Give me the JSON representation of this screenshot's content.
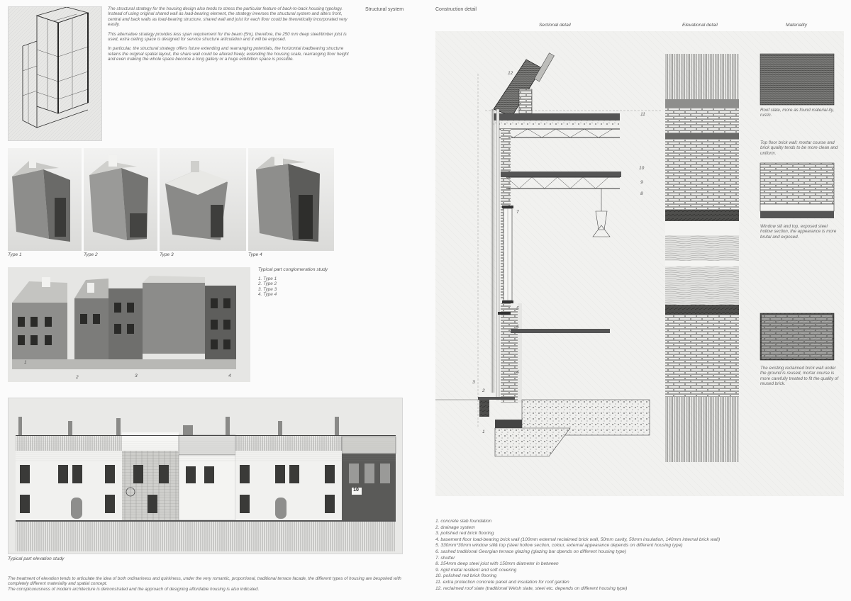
{
  "structural": {
    "heading": "Structural system",
    "paragraphs": [
      "The structural strategy for the housing design also tends to stress the particular feature of back-to-back housing typology. Instead of using original shared wall as load-bearing element, the strategy inverses the structural system and alters front, central and back walls as load-bearing structure, shared wall and joist for each floor could be theoretically incorporated very easily.",
      "This alternative strategy provides less span requirement for the beam (5m), therefore, the 250 mm deep steel/timber joist is used, extra ceiling space is designed for service structure articulation and it will be exposed.",
      "In particular, the structural strategy offers future extending and rearranging potentials, the horizontal loadbearing structure retains the original spatial layout, the share wall could be altered freely, extending the housing scale, rearranging floor height and even making the whole space become a long gallery or a huge exhibition space is possible."
    ]
  },
  "types": {
    "labels": [
      "Type 1",
      "Type 2",
      "Type 3",
      "Type 4"
    ]
  },
  "conglomeration": {
    "title": "Typical part conglomeration study",
    "items": [
      "1. Type 1",
      "2. Type 2",
      "3. Type 3",
      "4. Type 4"
    ],
    "photo_marks": [
      "1",
      "2",
      "3",
      "4"
    ]
  },
  "elevation": {
    "caption": "Typical part elevation study",
    "door_number": "10",
    "description": [
      "The treatment of elevation tends to articulate the idea of both ordinariness and quirkiness, under the very romantic, proportional, traditional terrace facade, the different types of housing are bespoked with completely different materiality and spatial concept.",
      "The conspicuousness of modern architecture is demonstrated and the approach of designing affordable housing is also indicated."
    ]
  },
  "construction": {
    "heading": "Construction detail",
    "col_sectional": "Sectional detail",
    "col_elevational": "Elevational detail",
    "col_materiality": "Materiality",
    "section_marks": [
      "12",
      "11",
      "10",
      "9",
      "8",
      "7",
      "5",
      "6",
      "4",
      "3",
      "2",
      "1"
    ],
    "materiality_notes": [
      "Roof slate, more as found material-ity, rustic.",
      "Top floor brick wall: mortar course and brick quality tends to be more clean and uniform.",
      "Window sill and top, exposed steel hollow section, the appearance is more brutal and exposed.",
      "The existing reclaimed brick wall under the ground is reused, mortar course is more carefully treated to fit the quality of reused brick."
    ],
    "legend": [
      "1. concrete slab foundation",
      "2. drainage system",
      "3. polished red brick flooring",
      "4. basement floor load-bearing brick wall (100mm external reclaimed brick wall, 50mm cavity, 50mm insulation, 140mm internal brick wall)",
      "5. 330mm*30mm window sill& top (steel hollow section, colour, external appearance depends on different housing type)",
      "6. sashed traditional Georgian terrace glazing (glazing bar dpends on different  housing type)",
      "7. shutter",
      "8. 254mm deep steel joist with 150mm diameter in between",
      "9. rigid metal resilient and soft covering",
      "10. polished red brick flooring",
      "11. extra protection concrete panel and insulation for roof garden",
      "12. reclaimed roof slate (traditional Welsh slate, steel etc. depends on different housing type)"
    ]
  }
}
